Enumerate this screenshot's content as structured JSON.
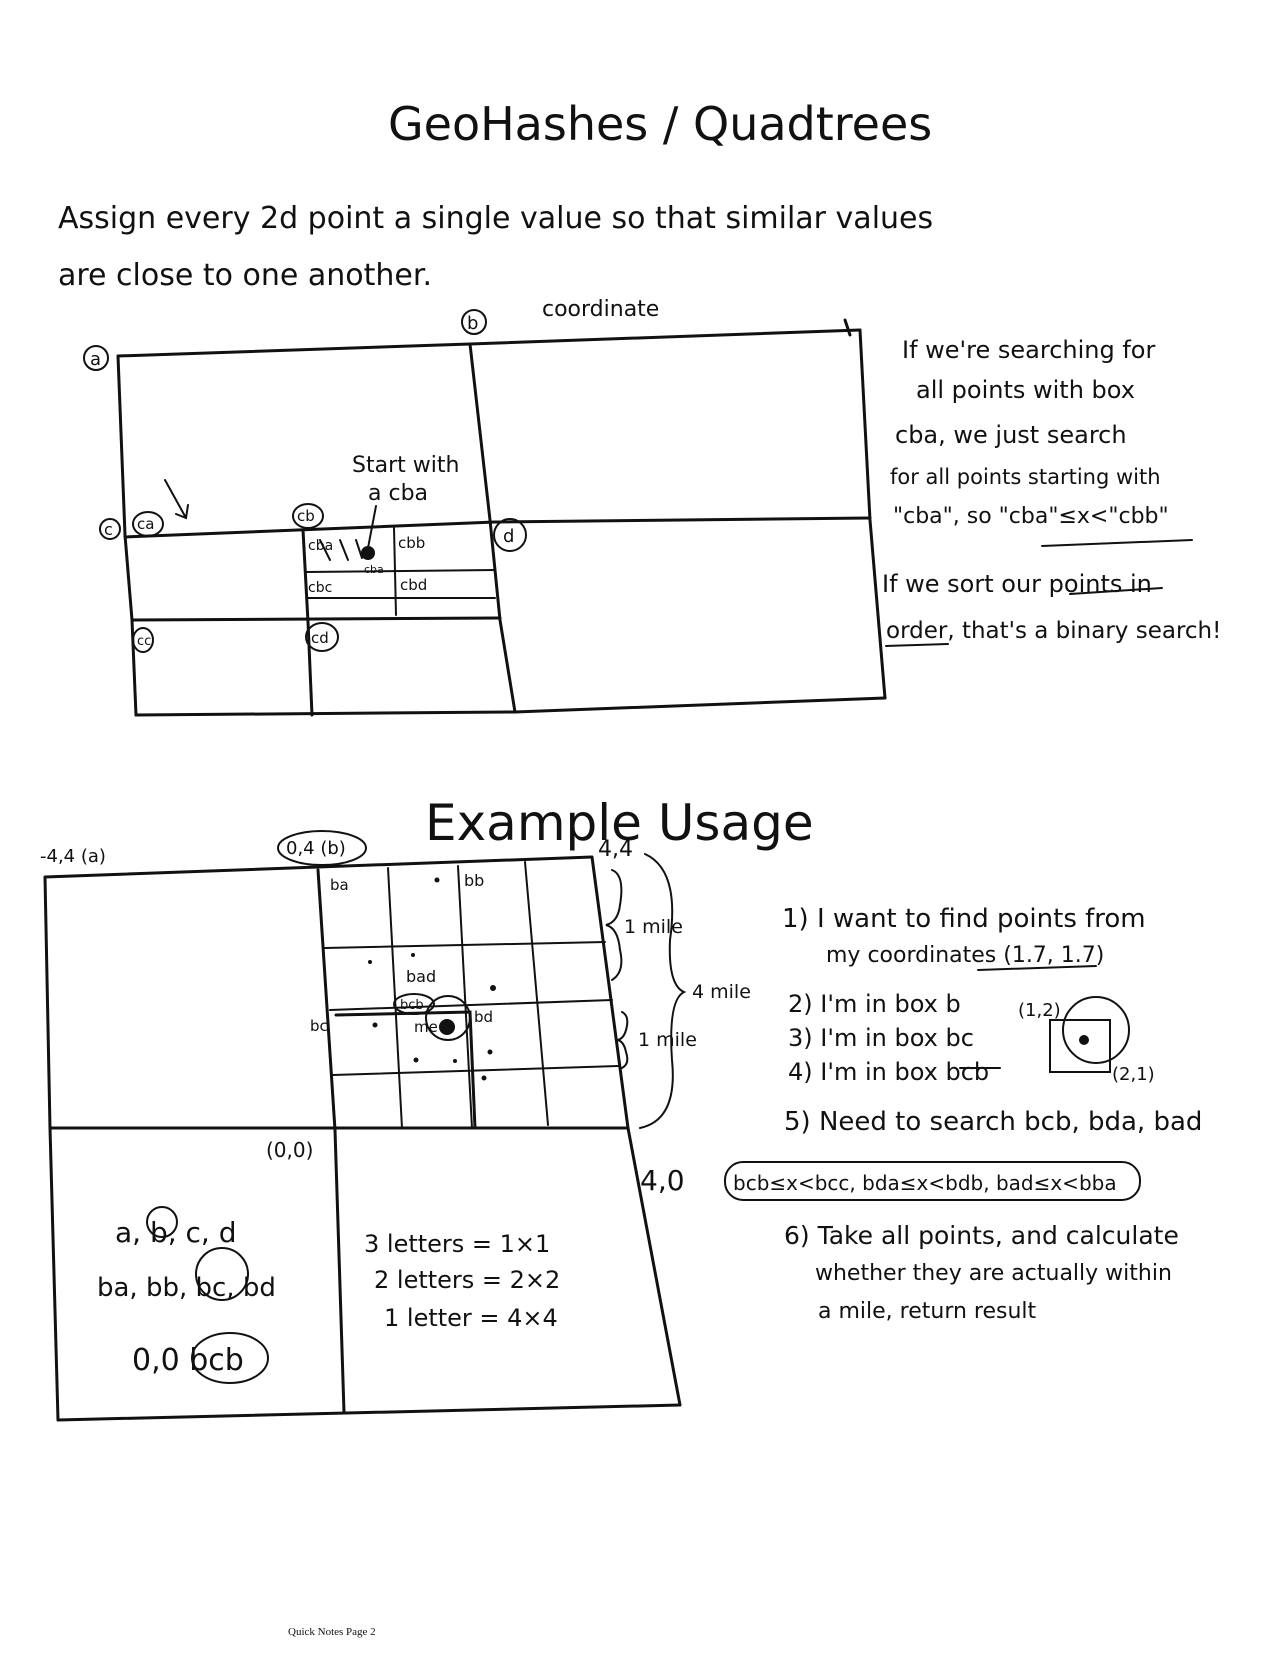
{
  "title": "GeoHashes / Quadtrees",
  "intro": [
    "Assign every 2d point a single value so that similar values",
    "are close to one another."
  ],
  "diagram1": {
    "top_label": "coordinate",
    "corner_labels": [
      "a",
      "b",
      "c",
      "d"
    ],
    "sub_labels": [
      "ca",
      "cb",
      "cc",
      "cd"
    ],
    "cell_labels": [
      "cba",
      "cbb",
      "cbc",
      "cbd"
    ],
    "start_note": [
      "Start with",
      "a cba"
    ],
    "point_label": "cba"
  },
  "notes1": [
    "If we're searching for",
    "all points with box",
    "cba, we just search",
    "for all points starting with",
    "\"cba\", so \"cba\"≤x<\"cbb\"",
    "If we sort our points in",
    "order, that's a binary search!"
  ],
  "example_title": "Example Usage",
  "diagram2": {
    "corners": [
      "-4,4 (a)",
      "0,4 (b)",
      "4,4",
      "(0,0)",
      "4,0"
    ],
    "cells": [
      "ba",
      "bb",
      "bc",
      "bcb",
      "bad",
      "bd",
      "me"
    ],
    "scale_labels": [
      "1 mile",
      "4 mile",
      "1 mile"
    ],
    "bottom_left": [
      "a, b, c, d",
      "ba, bb, bc, bd",
      "0,0 bcb"
    ],
    "bottom_right": [
      "3 letters = 1×1",
      "2 letters = 2×2",
      "1 letter = 4×4"
    ]
  },
  "steps": [
    "1) I want to find points from",
    "my coordinates (1.7, 1.7)",
    "2) I'm in box b",
    "3) I'm in box bc",
    "4) I'm in box bcb",
    "5) Need to search bcb, bda, bad",
    "bcb≤x<bcc, bda≤x<bdb, bad≤x<bba",
    "6) Take all points, and calculate",
    "whether they are actually within",
    "a mile, return result"
  ],
  "mini_labels": [
    "(1,2)",
    "(2,1)"
  ],
  "footer": "Quick Notes Page 2"
}
